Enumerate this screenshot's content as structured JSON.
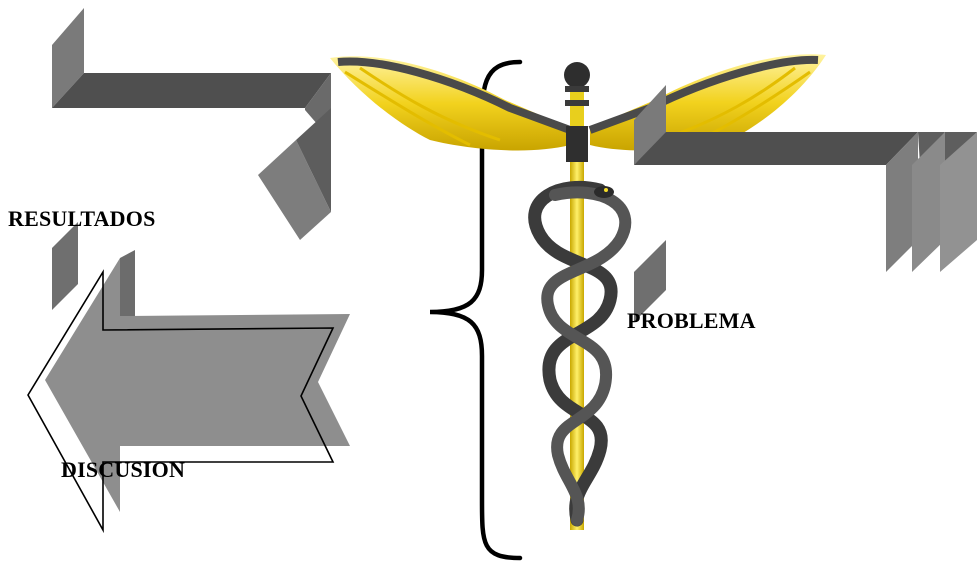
{
  "labels": {
    "resultados": "RESULTADOS",
    "problema": "PROBLEMA",
    "discusion": "DISCUSION"
  },
  "colors": {
    "shape_dark": "#5b5b5b",
    "shape_mid": "#8a8a8a",
    "shape_light": "#a5a5a5",
    "wing_gold": "#f2d21e",
    "staff_yellow": "#f6dd2a",
    "snake_dark": "#3a3a3a",
    "bracket": "#000000"
  },
  "icons": [
    "caduceus-icon",
    "curly-brace-icon",
    "left-arrow-icon"
  ]
}
